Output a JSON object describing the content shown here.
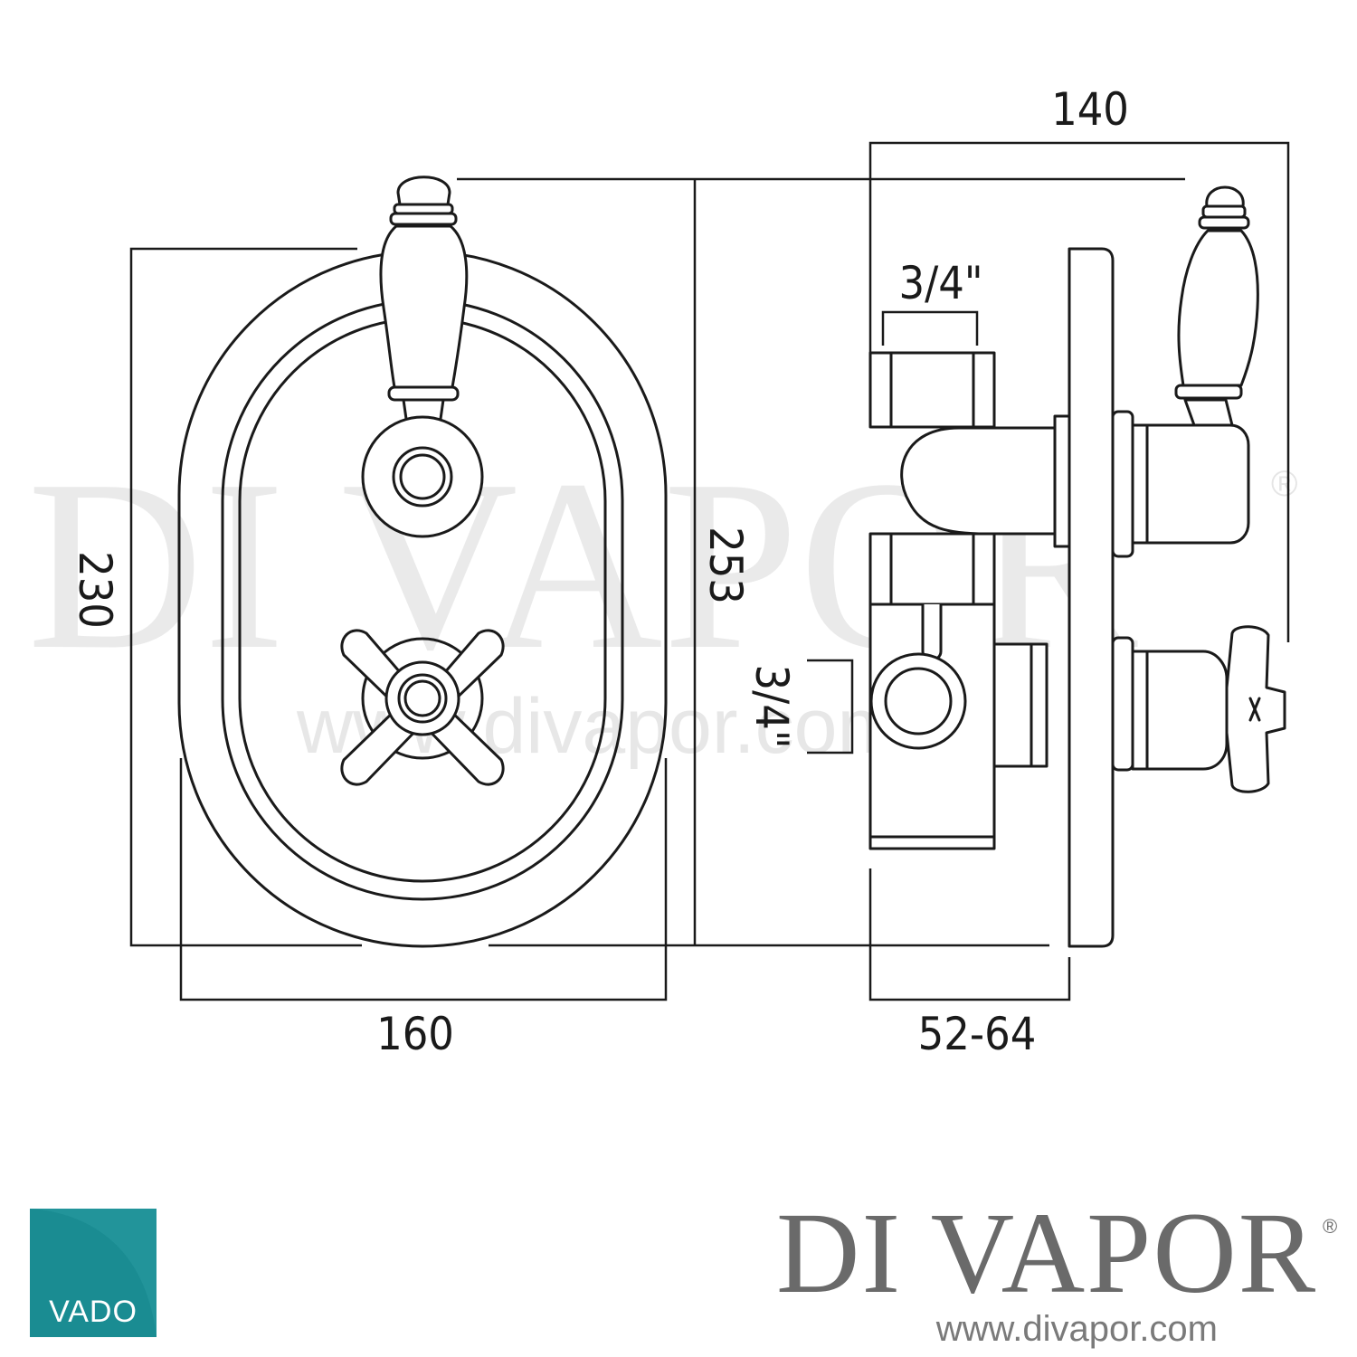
{
  "watermark": {
    "name": "DI VAPOR",
    "registered": "®",
    "url": "www.divapor.com"
  },
  "dimensions": {
    "overall_depth": "140",
    "height_total": "253",
    "plate_height": "230",
    "plate_width": "160",
    "wall_depth": "52-64",
    "inlet_top": "3/4\"",
    "inlet_side": "3/4\""
  },
  "brand": {
    "name": "DI VAPOR",
    "registered": "®",
    "url": "www.divapor.com"
  },
  "logo": {
    "text": "VADO",
    "color": "#1a8c92"
  },
  "icons": [
    "lever-handle-icon",
    "cross-handle-icon"
  ]
}
